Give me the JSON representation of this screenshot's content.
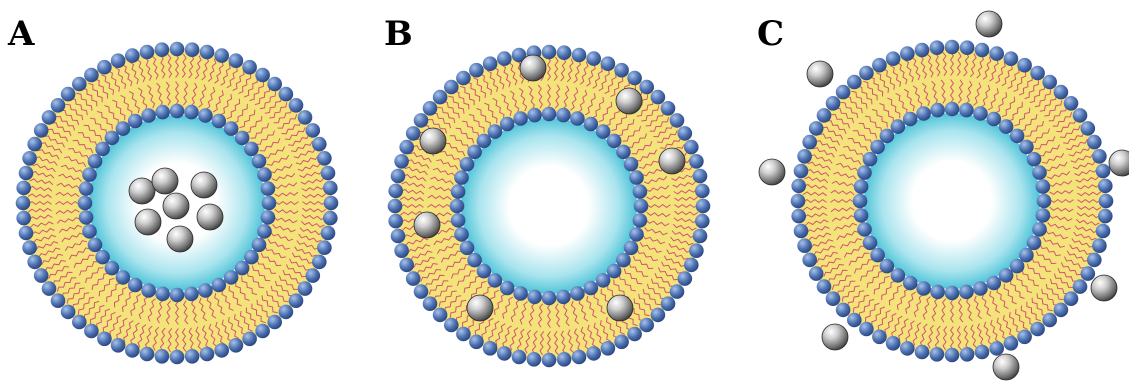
{
  "panels": [
    {
      "label": "A",
      "loading": "core"
    },
    {
      "label": "B",
      "loading": "bilayer"
    },
    {
      "label": "C",
      "loading": "surface"
    }
  ],
  "colors": {
    "headgroup": "#4a6fb0",
    "headgroup_highlight": "#a8c2ea",
    "bilayer_fill": "#f4e37a",
    "lipid_tail": "#cc3d6b",
    "core_edge": "#4fc4d8",
    "core_center": "#ffffff",
    "particle_light": "#f5f5f5",
    "particle_dark": "#3a3a3a"
  },
  "icons": [
    "liposome-icon",
    "nanoparticle-icon",
    "phospholipid-head-icon"
  ]
}
